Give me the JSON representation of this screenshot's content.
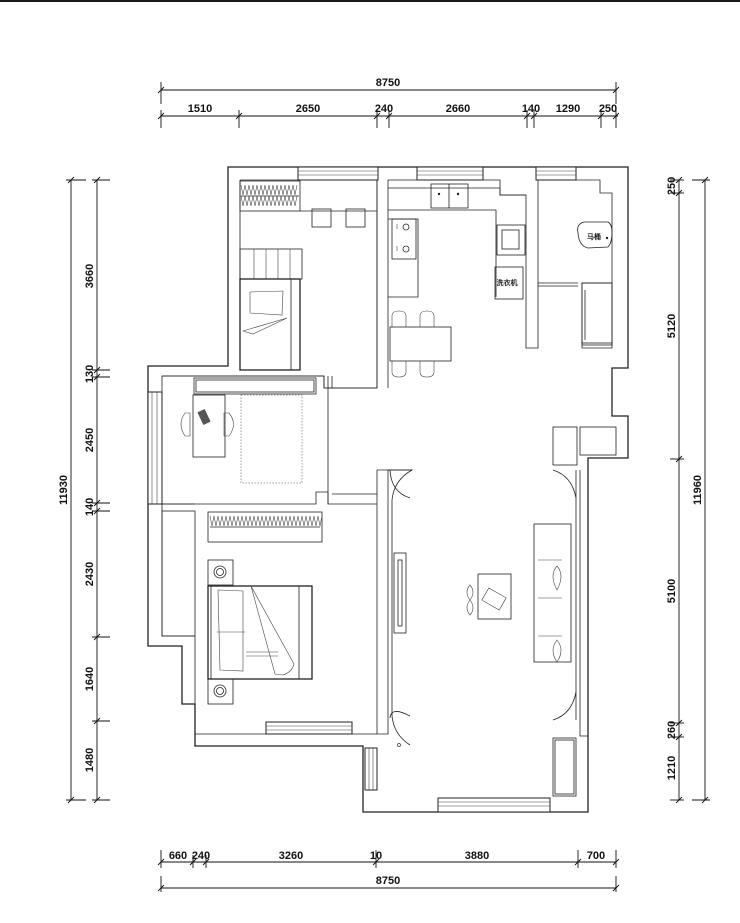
{
  "drawing": {
    "type": "floor-plan",
    "units": "mm"
  },
  "dimensions": {
    "top": {
      "total": "8750",
      "segments": [
        "1510",
        "2650",
        "240",
        "2660",
        "140",
        "1290",
        "250"
      ]
    },
    "bottom": {
      "total": "8750",
      "segments": [
        "660",
        "240",
        "3260",
        "10",
        "3880",
        "700"
      ]
    },
    "left": {
      "total": "11930",
      "segments": [
        "3660",
        "130",
        "2450",
        "140",
        "2430",
        "1640",
        "1480"
      ]
    },
    "right": {
      "total": "11960",
      "segments": [
        "250",
        "5120",
        "5100",
        "260",
        "1210"
      ]
    }
  },
  "fixtures": {
    "washer_label": "洗衣机",
    "toilet_label": "马桶"
  },
  "colors": {
    "line": "#222222",
    "background": "#ffffff"
  }
}
